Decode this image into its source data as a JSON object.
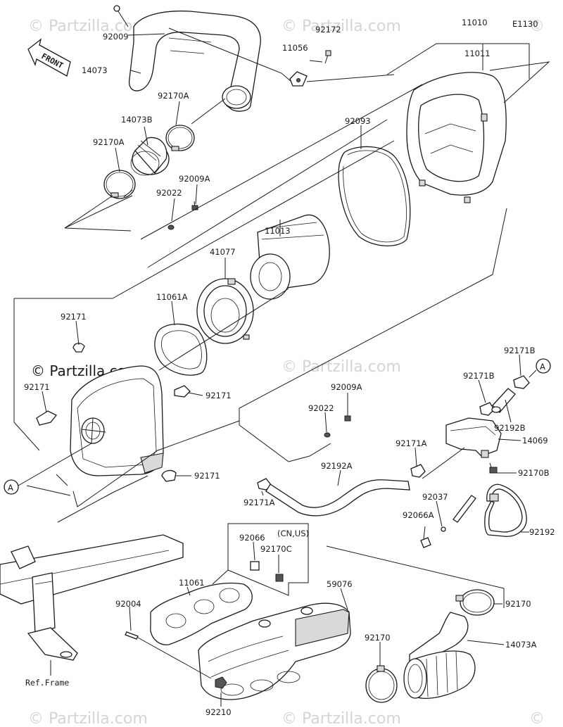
{
  "diagram": {
    "code": "E1130",
    "front_label": "FRONT",
    "ref_frame_label": "Ref.Frame",
    "region_note": "(CN,US)",
    "connector_label": "A",
    "watermark": "© Partzilla.com",
    "watermark_small": "© Partzilla.com"
  },
  "parts": {
    "p92009": "92009",
    "p14073": "14073",
    "p92172": "92172",
    "p11056": "11056",
    "p11010": "11010",
    "p11011": "11011",
    "p92170A_a": "92170A",
    "p14073B": "14073B",
    "p92170A_b": "92170A",
    "p92009A_a": "92009A",
    "p92022_a": "92022",
    "p92093": "92093",
    "p11013": "11013",
    "p41077": "41077",
    "p11061A": "11061A",
    "p92171_a": "92171",
    "p92171_b": "92171",
    "p92171_c": "92171",
    "p92171_d": "92171",
    "p92171B_a": "92171B",
    "p92171B_b": "92171B",
    "p92009A_b": "92009A",
    "p92022_b": "92022",
    "p92192B": "92192B",
    "p14069": "14069",
    "p92171A_a": "92171A",
    "p92170B": "92170B",
    "p92192A": "92192A",
    "p92037": "92037",
    "p92066A": "92066A",
    "p92192": "92192",
    "p92171A_b": "92171A",
    "p92066": "92066",
    "p92170C": "92170C",
    "p11061": "11061",
    "p59076": "59076",
    "p92004": "92004",
    "p92170_a": "92170",
    "p92170_b": "92170",
    "p14073A": "14073A",
    "p92210": "92210"
  }
}
